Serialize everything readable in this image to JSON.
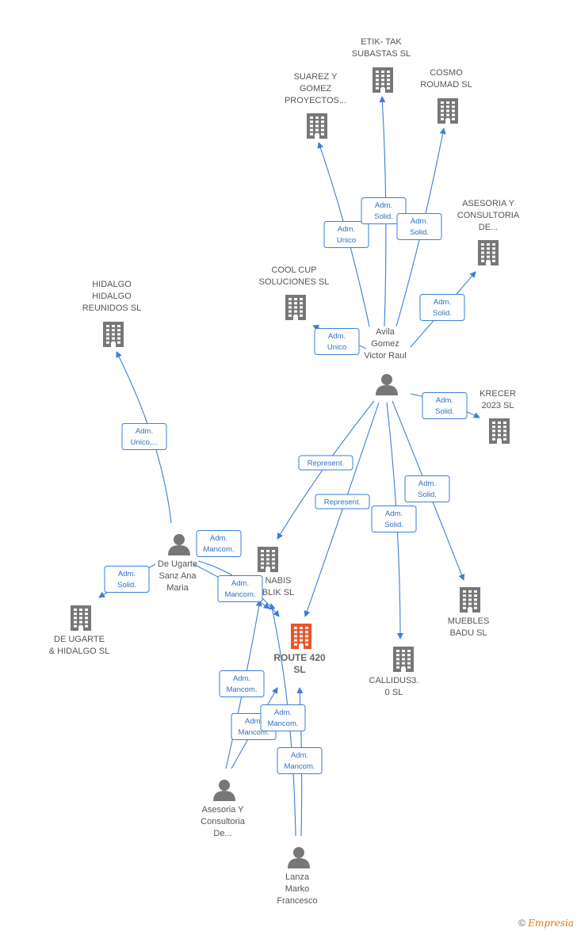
{
  "colors": {
    "edge": "#3a7fd8",
    "company": "#777777",
    "company_main": "#e8552a",
    "person": "#777777",
    "label": "#555555",
    "brand": "#e07a1a"
  },
  "nodes": [
    {
      "id": "etik",
      "type": "company",
      "lines": [
        "ETIK-  TAK",
        "SUBASTAS SL"
      ]
    },
    {
      "id": "cosmo",
      "type": "company",
      "lines": [
        "COSMO",
        "ROUMAD  SL"
      ]
    },
    {
      "id": "suarez",
      "type": "company",
      "lines": [
        "SUAREZ Y",
        "GOMEZ",
        "PROYECTOS..."
      ]
    },
    {
      "id": "asesoria_co",
      "type": "company",
      "lines": [
        "ASESORIA Y",
        "CONSULTORIA",
        "DE..."
      ]
    },
    {
      "id": "coolcup",
      "type": "company",
      "lines": [
        "COOL CUP",
        "SOLUCIONES SL"
      ]
    },
    {
      "id": "hidalgo",
      "type": "company",
      "lines": [
        "HIDALGO",
        "HIDALGO",
        "REUNIDOS SL"
      ]
    },
    {
      "id": "krecer",
      "type": "company",
      "lines": [
        "KRECER",
        "2023  SL"
      ]
    },
    {
      "id": "avila",
      "type": "person",
      "lines": [
        "Avila",
        "Gomez",
        "Victor Raul"
      ]
    },
    {
      "id": "ugarte_p",
      "type": "person",
      "lines": [
        "De Ugarte",
        "Sanz Ana",
        "Maria"
      ]
    },
    {
      "id": "cannabis",
      "type": "company",
      "lines": [
        "NABIS",
        "BLIK  SL"
      ]
    },
    {
      "id": "ugarte_co",
      "type": "company",
      "lines": [
        "DE UGARTE",
        "& HIDALGO  SL"
      ]
    },
    {
      "id": "route",
      "type": "company_main",
      "lines": [
        "ROUTE 420",
        "SL"
      ]
    },
    {
      "id": "callidus",
      "type": "company",
      "lines": [
        "CALLIDUS3.",
        "0  SL"
      ]
    },
    {
      "id": "muebles",
      "type": "company",
      "lines": [
        "MUEBLES",
        "BADU  SL"
      ]
    },
    {
      "id": "asesoria_p",
      "type": "person",
      "lines": [
        "Asesoria Y",
        "Consultoria",
        "De..."
      ]
    },
    {
      "id": "lanza",
      "type": "person",
      "lines": [
        "Lanza",
        "Marko",
        "Francesco"
      ]
    }
  ],
  "relations": [
    {
      "id": "r_suarez",
      "lines": [
        "Adm.",
        "Unico"
      ]
    },
    {
      "id": "r_etik",
      "lines": [
        "Adm.",
        "Solid."
      ]
    },
    {
      "id": "r_cosmo",
      "lines": [
        "Adm.",
        "Solid."
      ]
    },
    {
      "id": "r_asesoria",
      "lines": [
        "Adm.",
        "Solid."
      ]
    },
    {
      "id": "r_coolcup",
      "lines": [
        "Adm.",
        "Unico"
      ]
    },
    {
      "id": "r_krecer",
      "lines": [
        "Adm.",
        "Solid."
      ]
    },
    {
      "id": "r_hidalgo",
      "lines": [
        "Adm.",
        "Unico,..."
      ]
    },
    {
      "id": "r_rep1",
      "lines": [
        "Represent."
      ]
    },
    {
      "id": "r_rep2",
      "lines": [
        "Represent."
      ]
    },
    {
      "id": "r_muebles",
      "lines": [
        "Adm.",
        "Solid."
      ]
    },
    {
      "id": "r_callidus",
      "lines": [
        "Adm.",
        "Solid."
      ]
    },
    {
      "id": "r_ugarte_cann",
      "lines": [
        "Adm.",
        "Mancom."
      ]
    },
    {
      "id": "r_ugarte_co",
      "lines": [
        "Adm.",
        "Solid."
      ]
    },
    {
      "id": "r_ugarte_route",
      "lines": [
        "Adm.",
        "Mancom."
      ]
    },
    {
      "id": "r_ase1",
      "lines": [
        "Adm.",
        "Mancom."
      ]
    },
    {
      "id": "r_ase2",
      "lines": [
        "Adm.",
        "Mancom."
      ]
    },
    {
      "id": "r_lanza1",
      "lines": [
        "Adm.",
        "Mancom."
      ]
    },
    {
      "id": "r_lanza2",
      "lines": [
        "Adm.",
        "Mancom."
      ]
    }
  ],
  "footer": {
    "copyright": "©",
    "brand": "Empresia"
  }
}
